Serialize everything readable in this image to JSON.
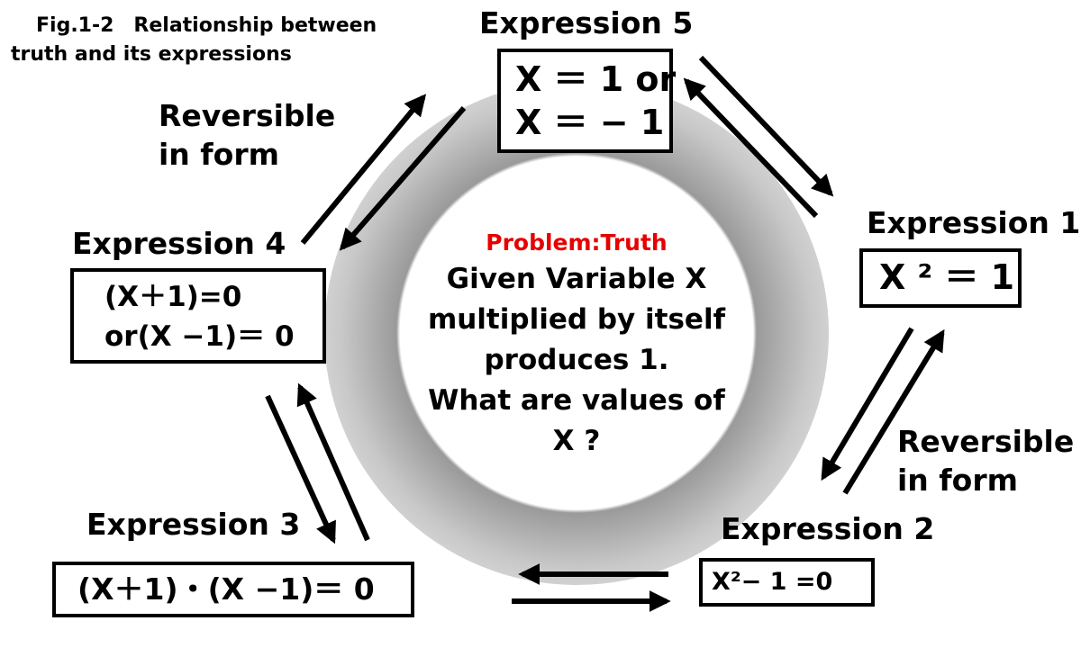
{
  "caption": {
    "line1": "Fig.1-2　Relationship between",
    "line2": "truth and its expressions"
  },
  "expression5": {
    "title": "Expression 5",
    "line1": "X ＝ 1 or",
    "line2": "X ＝ − 1"
  },
  "expression1": {
    "title": "Expression 1",
    "line1": "X ² ＝ 1"
  },
  "expression2": {
    "title": "Expression 2",
    "line1": "X²− 1 =0"
  },
  "expression3": {
    "title": "Expression 3",
    "line1": "(X＋1)・(X −1)＝ 0"
  },
  "expression4": {
    "title": "Expression 4",
    "line1": "(X＋1)=0",
    "line2": "or(X −1)＝ 0"
  },
  "reversible_left": {
    "line1": "Reversible",
    "line2": "in form"
  },
  "reversible_right": {
    "line1": "Reversible",
    "line2": "in form"
  },
  "center": {
    "problem_label": "Problem:Truth",
    "lines": [
      "Given Variable X",
      "multiplied by itself",
      "produces 1.",
      "What are values of",
      "X ?"
    ]
  },
  "colors": {
    "problem_label": "#e60000",
    "ring_edge": "#9a9a9a"
  }
}
